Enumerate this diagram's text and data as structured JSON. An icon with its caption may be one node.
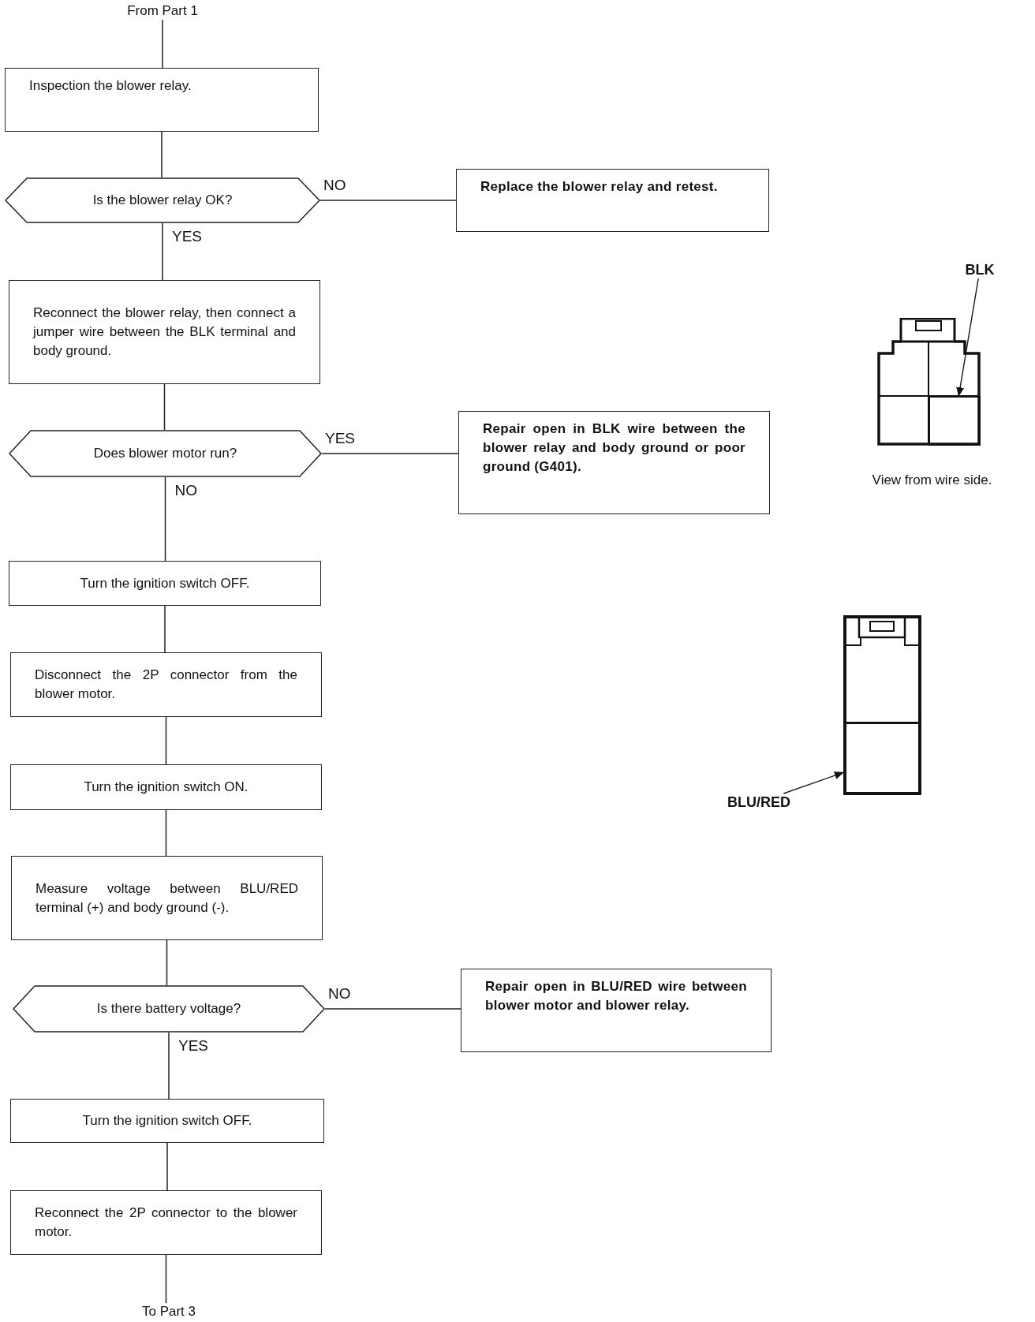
{
  "diagram": {
    "nodes": [
      {
        "text": [
          "From Part 1"
        ]
      },
      {
        "text": [
          "Inspection the blower relay."
        ]
      },
      {
        "text": [
          "Is the blower relay OK?"
        ]
      },
      {
        "text": [
          "Replace the blower relay and retest."
        ]
      },
      {
        "text": [
          "Reconnect the blower relay, then connect a jumper wire between the BLK terminal and body ground."
        ]
      },
      {
        "text": [
          "Does blower motor run?"
        ]
      },
      {
        "text": [
          "Repair open in BLK wire between the blower relay and body ground or poor ground (G401)."
        ]
      },
      {
        "text": [
          "Turn the ignition switch OFF."
        ]
      },
      {
        "text": [
          "Disconnect the 2P connector from the blower motor."
        ]
      },
      {
        "text": [
          "Turn the ignition switch ON."
        ]
      },
      {
        "text": [
          "Measure voltage between BLU/RED terminal (+) and body ground (-)."
        ]
      },
      {
        "text": [
          "Is there battery voltage?"
        ]
      },
      {
        "text": [
          "Repair open in BLU/RED wire between blower motor and blower relay."
        ]
      },
      {
        "text": [
          "Turn the ignition switch OFF."
        ]
      },
      {
        "text": [
          "Reconnect the 2P connector to the blower motor."
        ]
      },
      {
        "text": [
          "To Part 3"
        ]
      },
      {
        "text": [
          "BLK"
        ]
      },
      {
        "text": [],
        "shape": "picture",
        "beside": [
          "View from wire side."
        ]
      },
      {
        "text": [],
        "shape": "box",
        "in": 17
      },
      {
        "text": [],
        "shape": "picture"
      },
      {
        "text": [],
        "shape": "box",
        "in": 19
      },
      {
        "text": [
          "BLU/RED"
        ]
      }
    ],
    "edges": [
      {
        "from": 0,
        "to": 1,
        "arrow": "none"
      },
      {
        "from": 1,
        "to": 2,
        "arrow": "none"
      },
      {
        "from": 2,
        "to": 3,
        "arrow": "none",
        "label": "NO"
      },
      {
        "from": 2,
        "to": 4,
        "arrow": "none",
        "label": "YES"
      },
      {
        "from": 4,
        "to": 5,
        "arrow": "none"
      },
      {
        "from": 5,
        "to": 6,
        "arrow": "none",
        "label": "YES"
      },
      {
        "from": 5,
        "to": 7,
        "arrow": "none",
        "label": "NO"
      },
      {
        "from": 7,
        "to": 8,
        "arrow": "none"
      },
      {
        "from": 8,
        "to": 9,
        "arrow": "none"
      },
      {
        "from": 9,
        "to": 10,
        "arrow": "none"
      },
      {
        "from": 10,
        "to": 11,
        "arrow": "none"
      },
      {
        "from": 11,
        "to": 12,
        "arrow": "none",
        "label": "NO"
      },
      {
        "from": 11,
        "to": 13,
        "arrow": "none",
        "label": "YES"
      },
      {
        "from": 13,
        "to": 14,
        "arrow": "none"
      },
      {
        "from": 14,
        "to": 15,
        "arrow": "none"
      },
      {
        "from": 16,
        "to": 18,
        "arrow": "to"
      },
      {
        "from": 21,
        "to": 20,
        "arrow": "to"
      }
    ]
  }
}
